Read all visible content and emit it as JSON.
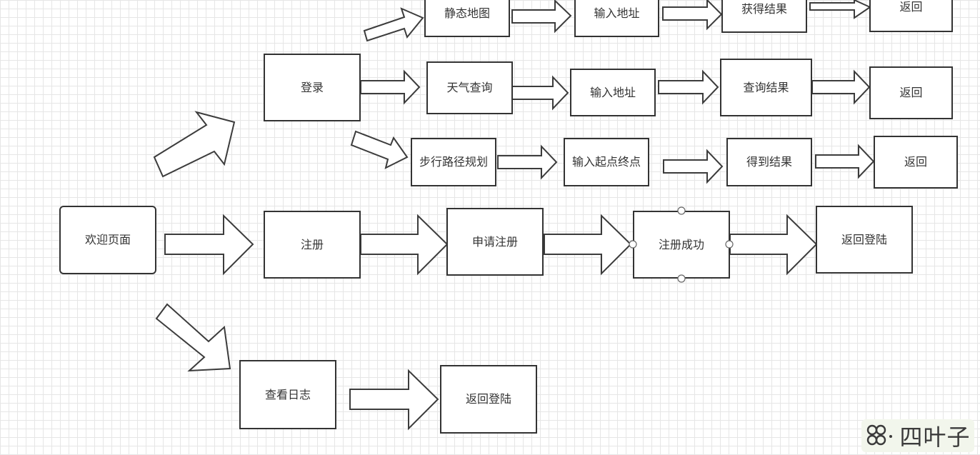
{
  "diagram": {
    "nodes": {
      "welcome": "欢迎页面",
      "login": "登录",
      "register": "注册",
      "view_log": "查看日志",
      "static_map": "静态地图",
      "input_address_1": "输入地址",
      "get_result_1": "获得结果",
      "back_1": "返回",
      "weather_query": "天气查询",
      "input_address_2": "输入地址",
      "query_result": "查询结果",
      "back_2": "返回",
      "walking_route": "步行路径规划",
      "input_start_end": "输入起点终点",
      "got_result": "得到结果",
      "back_3": "返回",
      "apply_register": "申请注册",
      "register_success": "注册成功",
      "back_to_login_1": "返回登陆",
      "back_to_login_2": "返回登陆"
    }
  },
  "watermark": {
    "text": "四叶子",
    "icon": "clover-icon"
  }
}
